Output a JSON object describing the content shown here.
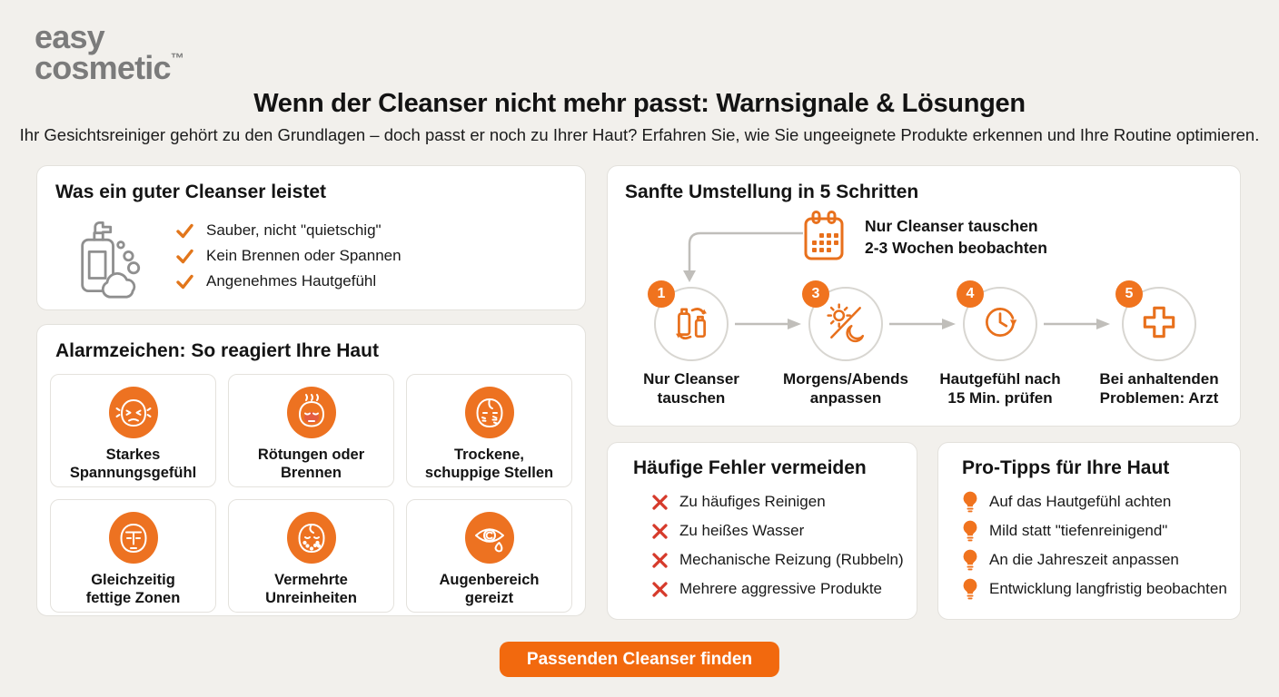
{
  "brand": {
    "line1": "easy",
    "line2": "cosmetic",
    "tm": "™"
  },
  "header": {
    "title": "Wenn der Cleanser nicht mehr passt: Warnsignale & Lösungen",
    "subtitle": "Ihr Gesichtsreiniger gehört zu den Grundlagen – doch passt er noch zu Ihrer Haut? Erfahren Sie, wie Sie ungeeignete Produkte erkennen und Ihre Routine optimieren."
  },
  "good": {
    "title": "Was ein guter Cleanser leistet",
    "icon": "cleanser-bottle-foam-icon",
    "items": [
      "Sauber, nicht \"quietschig\"",
      "Kein Brennen oder Spannen",
      "Angenehmes Hautgefühl"
    ]
  },
  "alarm": {
    "title": "Alarmzeichen: So reagiert Ihre Haut",
    "tiles": [
      {
        "icon": "face-tension-icon",
        "line1": "Starkes",
        "line2": "Spannungsgefühl"
      },
      {
        "icon": "face-redness-icon",
        "line1": "Rötungen oder",
        "line2": "Brennen"
      },
      {
        "icon": "face-flaky-icon",
        "line1": "Trockene,",
        "line2": "schuppige Stellen"
      },
      {
        "icon": "face-oily-tzone-icon",
        "line1": "Gleichzeitig",
        "line2": "fettige Zonen"
      },
      {
        "icon": "face-blemish-icon",
        "line1": "Vermehrte",
        "line2": "Unreinheiten"
      },
      {
        "icon": "irritated-eye-icon",
        "line1": "Augenbereich",
        "line2": "gereizt"
      }
    ]
  },
  "steps": {
    "title": "Sanfte Umstellung in 5 Schritten",
    "callout": {
      "icon": "calendar-icon",
      "line1": "Nur Cleanser tauschen",
      "line2": "2-3 Wochen beobachten"
    },
    "items": [
      {
        "number": "1",
        "icon": "bottle-swap-icon",
        "line1": "Nur Cleanser",
        "line2": "tauschen"
      },
      {
        "number": "3",
        "icon": "day-night-icon",
        "line1": "Morgens/Abends",
        "line2": "anpassen"
      },
      {
        "number": "4",
        "icon": "timer-clock-icon",
        "line1": "Hautgefühl nach",
        "line2": "15 Min. prüfen"
      },
      {
        "number": "5",
        "icon": "medical-cross-icon",
        "line1": "Bei anhaltenden",
        "line2": "Problemen: Arzt"
      }
    ]
  },
  "mistakes": {
    "title": "Häufige Fehler vermeiden",
    "items": [
      "Zu häufiges Reinigen",
      "Zu heißes Wasser",
      "Mechanische Reizung (Rubbeln)",
      "Mehrere aggressive Produkte"
    ]
  },
  "tips": {
    "title": "Pro-Tipps für Ihre Haut",
    "items": [
      "Auf das Hautgefühl achten",
      "Mild statt \"tiefenreinigend\"",
      "An die Jahreszeit anpassen",
      "Entwicklung langfristig beobachten"
    ]
  },
  "cta": {
    "label": "Passenden Cleanser finden"
  },
  "colors": {
    "accent": "#ED7221",
    "button": "#F2690E",
    "check": "#E2761B",
    "error": "#D63A2B",
    "background": "#F2F0EC",
    "logo_gray": "#7B7B7B",
    "arrow_gray": "#C0BEBA"
  }
}
